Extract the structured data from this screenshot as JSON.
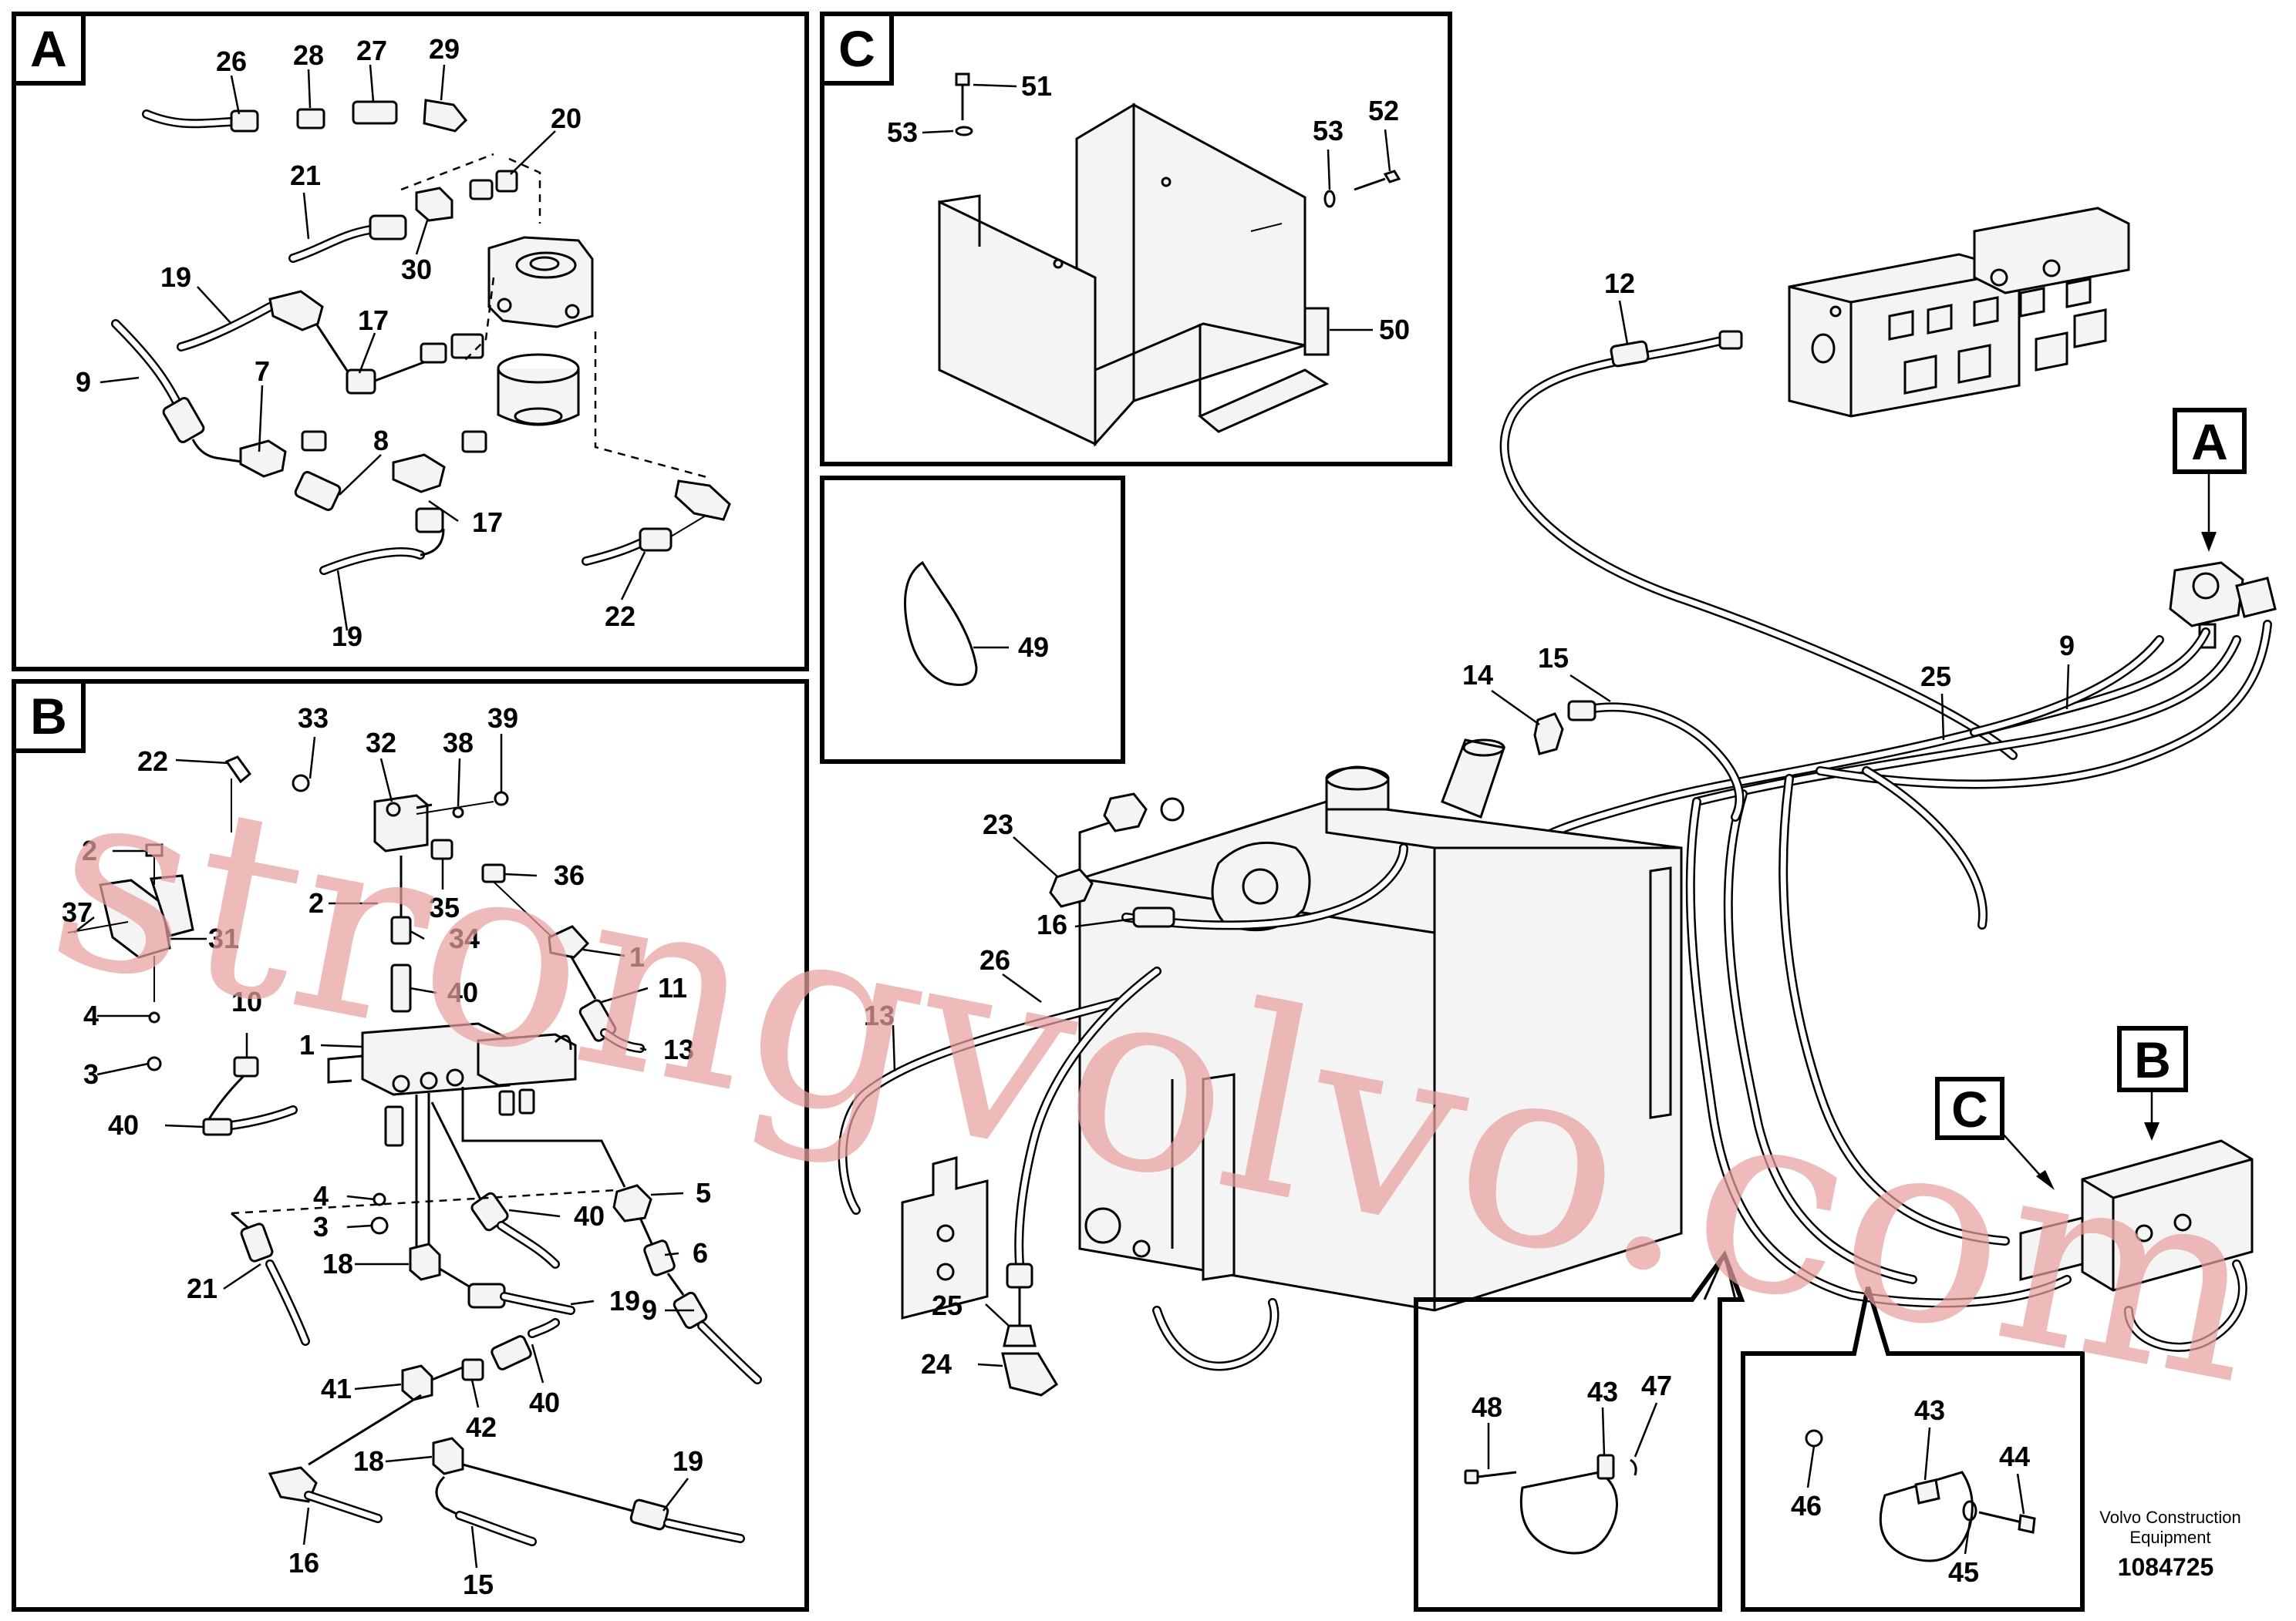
{
  "panels": {
    "A": {
      "label": "A"
    },
    "B": {
      "label": "B"
    },
    "C": {
      "label": "C"
    }
  },
  "assembly_markers": {
    "A": "A",
    "B": "B",
    "C": "C"
  },
  "callouts": {
    "A": [
      "26",
      "28",
      "27",
      "29",
      "20",
      "21",
      "30",
      "19",
      "17",
      "9",
      "7",
      "8",
      "17",
      "19",
      "22"
    ],
    "B": [
      "33",
      "32",
      "38",
      "39",
      "22",
      "2",
      "35",
      "36",
      "2",
      "37",
      "31",
      "34",
      "1",
      "11",
      "40",
      "4",
      "10",
      "1",
      "13",
      "3",
      "40",
      "40",
      "4",
      "5",
      "3",
      "18",
      "6",
      "21",
      "19",
      "9",
      "40",
      "41",
      "42",
      "18",
      "19",
      "16",
      "15"
    ],
    "C": [
      "51",
      "53",
      "53",
      "52",
      "50"
    ],
    "clip": [
      "49"
    ],
    "main": [
      "12",
      "9",
      "25",
      "14",
      "15",
      "23",
      "16",
      "26",
      "13",
      "25",
      "24"
    ],
    "detail_left": [
      "48",
      "43",
      "47"
    ],
    "detail_right": [
      "43",
      "44",
      "46",
      "45"
    ]
  },
  "watermark": "strongvolvo.com",
  "footer": {
    "brand_line1": "Volvo Construction",
    "brand_line2": "Equipment",
    "doc_number": "1084725"
  }
}
